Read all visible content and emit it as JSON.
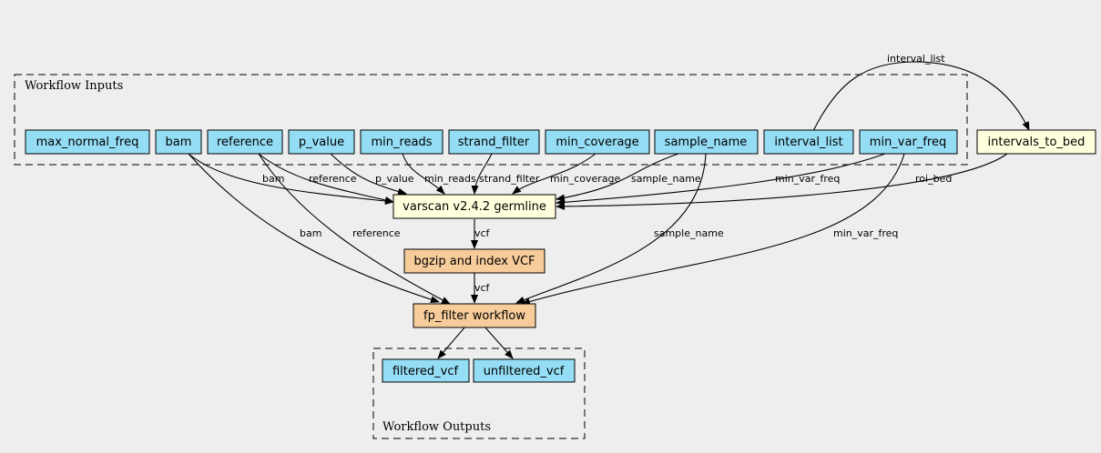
{
  "colors": {
    "background": "#eeeeee",
    "input_fill": "#94ddf4",
    "tool_fill": "#ffffdd",
    "step_fill": "#f7cc9b",
    "output_fill": "#94ddf4"
  },
  "clusters": {
    "inputs_label": "Workflow Inputs",
    "outputs_label": "Workflow Outputs"
  },
  "nodes": {
    "max_normal_freq": "max_normal_freq",
    "bam": "bam",
    "reference": "reference",
    "p_value": "p_value",
    "min_reads": "min_reads",
    "strand_filter": "strand_filter",
    "min_coverage": "min_coverage",
    "sample_name": "sample_name",
    "interval_list": "interval_list",
    "min_var_freq": "min_var_freq",
    "intervals_to_bed": "intervals_to_bed",
    "varscan": "varscan v2.4.2 germline",
    "bgzip": "bgzip and index VCF",
    "fp_filter": "fp_filter workflow",
    "filtered_vcf": "filtered_vcf",
    "unfiltered_vcf": "unfiltered_vcf"
  },
  "edges": {
    "interval_list_to_bed": "interval_list",
    "bam_to_varscan": "bam",
    "reference_to_varscan": "reference",
    "p_value_to_varscan": "p_value",
    "min_reads_to_varscan": "min_reads",
    "strand_filter_to_varscan": "strand_filter",
    "min_coverage_to_varscan": "min_coverage",
    "sample_name_to_varscan": "sample_name",
    "min_var_freq_to_varscan": "min_var_freq",
    "roi_bed_to_varscan": "roi_bed",
    "varscan_to_bgzip": "vcf",
    "bam_to_fp": "bam",
    "reference_to_fp": "reference",
    "sample_name_to_fp": "sample_name",
    "min_var_freq_to_fp": "min_var_freq",
    "bgzip_to_fp": "vcf"
  }
}
